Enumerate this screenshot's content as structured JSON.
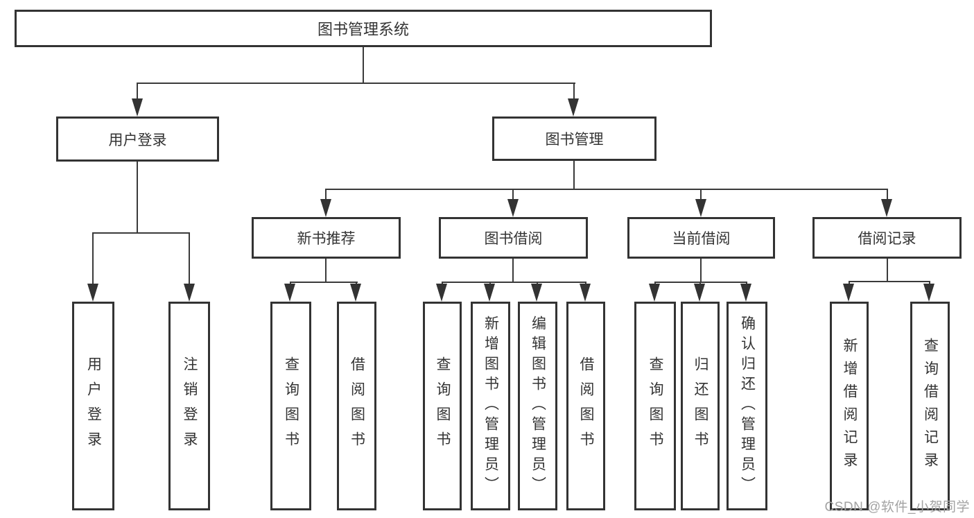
{
  "diagram_title": "图书管理系统",
  "tree": {
    "root": {
      "label": "图书管理系统",
      "children": [
        {
          "label": "用户登录",
          "children": [
            {
              "label": "用户登录"
            },
            {
              "label": "注销登录"
            }
          ]
        },
        {
          "label": "图书管理",
          "children": [
            {
              "label": "新书推荐",
              "children": [
                {
                  "label": "查询图书"
                },
                {
                  "label": "借阅图书"
                }
              ]
            },
            {
              "label": "图书借阅",
              "children": [
                {
                  "label": "查询图书"
                },
                {
                  "label": "新增图书（管理员）"
                },
                {
                  "label": "编辑图书（管理员）"
                },
                {
                  "label": "借阅图书"
                }
              ]
            },
            {
              "label": "当前借阅",
              "children": [
                {
                  "label": "查询图书"
                },
                {
                  "label": "归还图书"
                },
                {
                  "label": "确认归还（管理员）"
                }
              ]
            },
            {
              "label": "借阅记录",
              "children": [
                {
                  "label": "新增借阅记录"
                },
                {
                  "label": "查询借阅记录"
                }
              ]
            }
          ]
        }
      ]
    }
  },
  "watermark": {
    "text": "CSDN @软件_小贺同学"
  },
  "colors": {
    "line": "#3a3a3a",
    "border": "#333333",
    "text": "#333333",
    "background": "#ffffff",
    "watermark": "#a3a3a3"
  }
}
